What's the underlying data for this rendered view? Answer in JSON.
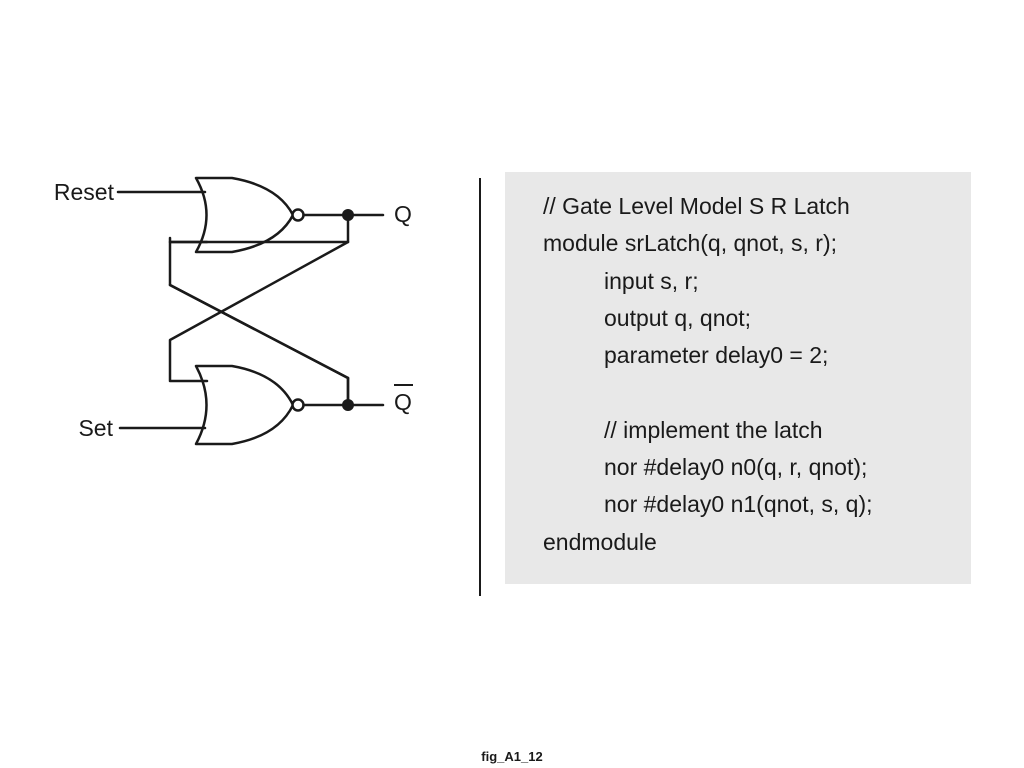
{
  "diagram": {
    "inputs": {
      "reset": "Reset",
      "set": "Set"
    },
    "outputs": {
      "q": "Q",
      "qbar": "Q"
    },
    "gates": [
      "nor",
      "nor"
    ]
  },
  "code": {
    "lines": [
      {
        "text": "// Gate Level Model S R Latch",
        "indent": false
      },
      {
        "text": "module srLatch(q, qnot, s, r);",
        "indent": false
      },
      {
        "text": "input s, r;",
        "indent": true
      },
      {
        "text": "output q, qnot;",
        "indent": true
      },
      {
        "text": "parameter delay0 = 2;",
        "indent": true
      },
      {
        "text": "",
        "indent": true
      },
      {
        "text": "// implement the latch",
        "indent": true
      },
      {
        "text": "nor #delay0 n0(q, r, qnot);",
        "indent": true
      },
      {
        "text": "nor #delay0 n1(qnot, s, q);",
        "indent": true
      },
      {
        "text": "endmodule",
        "indent": false
      }
    ]
  },
  "caption": "fig_A1_12"
}
